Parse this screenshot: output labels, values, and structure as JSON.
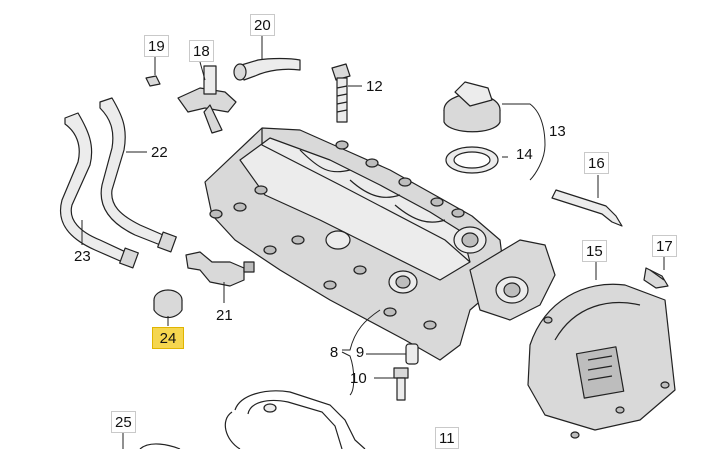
{
  "callouts": {
    "c8": "8",
    "c9": "9",
    "c10": "10",
    "c11": "11",
    "c12": "12",
    "c13": "13",
    "c14": "14",
    "c15": "15",
    "c16": "16",
    "c17": "17",
    "c18": "18",
    "c19": "19",
    "c20": "20",
    "c21": "21",
    "c22": "22",
    "c23": "23",
    "c24": "24",
    "c25": "25"
  },
  "highlighted_callout": "24",
  "colors": {
    "highlight": "#f5d64f",
    "part_fill": "#d9d9d9",
    "outline": "#222222"
  }
}
